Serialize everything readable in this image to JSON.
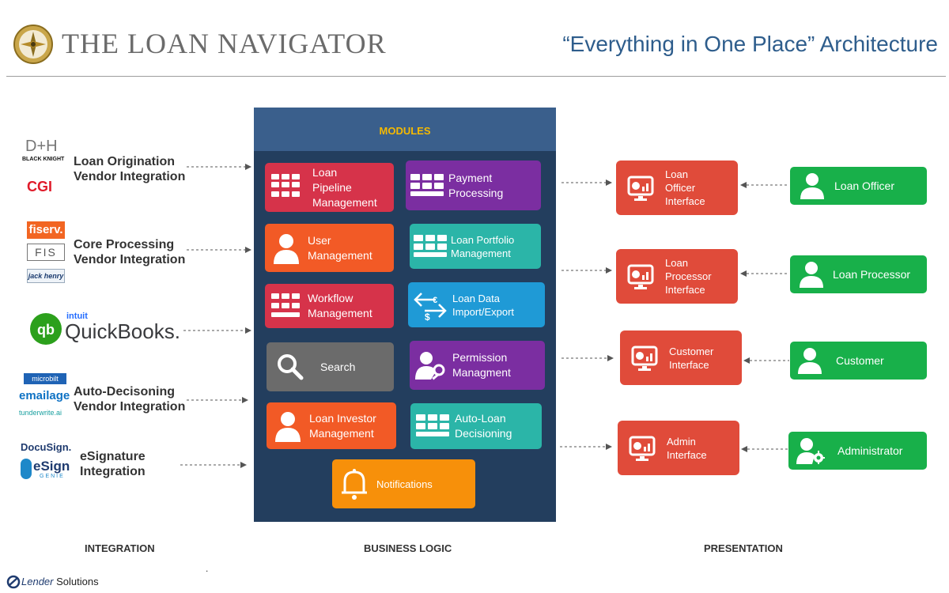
{
  "header": {
    "brand": "THE LOAN NAVIGATOR",
    "title": "“Everything in One Place” Architecture"
  },
  "integration": {
    "items": [
      {
        "logos": [
          "D+H",
          "BLACK KNIGHT",
          "CGI"
        ],
        "label_line1": "Loan Origination",
        "label_line2": "Vendor Integration"
      },
      {
        "logos": [
          "fiserv.",
          "FIS",
          "jack henry"
        ],
        "label_line1": "Core Processing",
        "label_line2": "Vendor Integration"
      },
      {
        "logos": [
          "intuit",
          "QuickBooks."
        ],
        "label_line1": "",
        "label_line2": ""
      },
      {
        "logos": [
          "microbilt",
          "emailage",
          "tunderwrite.ai"
        ],
        "label_line1": "Auto-Decisoning",
        "label_line2": "Vendor Integration"
      },
      {
        "logos": [
          "DocuSign.",
          "eSign",
          "GENIE"
        ],
        "label_line1": "eSignature",
        "label_line2": "Integration"
      }
    ]
  },
  "modules": {
    "title": "MODULES",
    "items": [
      {
        "label": "Loan\nPipeline\nManagement",
        "icon": "grid-icon",
        "color": "#d6334a"
      },
      {
        "label": "Payment\nProcessing",
        "icon": "grid-icon",
        "color": "#7b2ea1"
      },
      {
        "label": "User\nManagement",
        "icon": "user-icon",
        "color": "#f25a26"
      },
      {
        "label": "Loan Portfolio\nManagement",
        "icon": "grid-icon",
        "color": "#2bb5a8"
      },
      {
        "label": "Workflow\nManagement",
        "icon": "grid-icon",
        "color": "#d6334a"
      },
      {
        "label": "Loan  Data\nImport/Export",
        "icon": "currency-exchange-icon",
        "color": "#1f9ad6"
      },
      {
        "label": "Search",
        "icon": "search-icon",
        "color": "#6b6b6b"
      },
      {
        "label": "Permission\nManagment",
        "icon": "permission-icon",
        "color": "#7b2ea1"
      },
      {
        "label": "Loan Investor\nManagement",
        "icon": "user-icon",
        "color": "#f25a26"
      },
      {
        "label": "Auto-Loan\nDecisioning",
        "icon": "grid-icon",
        "color": "#2bb5a8"
      },
      {
        "label": "Notifications",
        "icon": "bell-icon",
        "color": "#f7900a"
      }
    ]
  },
  "presentation": {
    "interfaces": [
      {
        "label": "Loan\nOfficer\nInterface"
      },
      {
        "label": "Loan\nProcessor\nInterface"
      },
      {
        "label": "Customer\nInterface"
      },
      {
        "label": "Admin\nInterface"
      }
    ],
    "roles": [
      {
        "label": "Loan Officer"
      },
      {
        "label": "Loan Processor"
      },
      {
        "label": "Customer"
      },
      {
        "label": "Administrator"
      }
    ]
  },
  "columns": {
    "integration": "INTEGRATION",
    "business_logic": "BUSINESS LOGIC",
    "presentation": "PRESENTATION"
  },
  "footer": {
    "brand": "Lender",
    "brand_suffix": "Solutions",
    "dot": "."
  },
  "colors": {
    "accent_blue": "#2e5d8c",
    "panel_navy": "#233e5e",
    "interface_red": "#e04b3a",
    "role_green": "#18b04a",
    "modules_gold": "#f5b900"
  }
}
